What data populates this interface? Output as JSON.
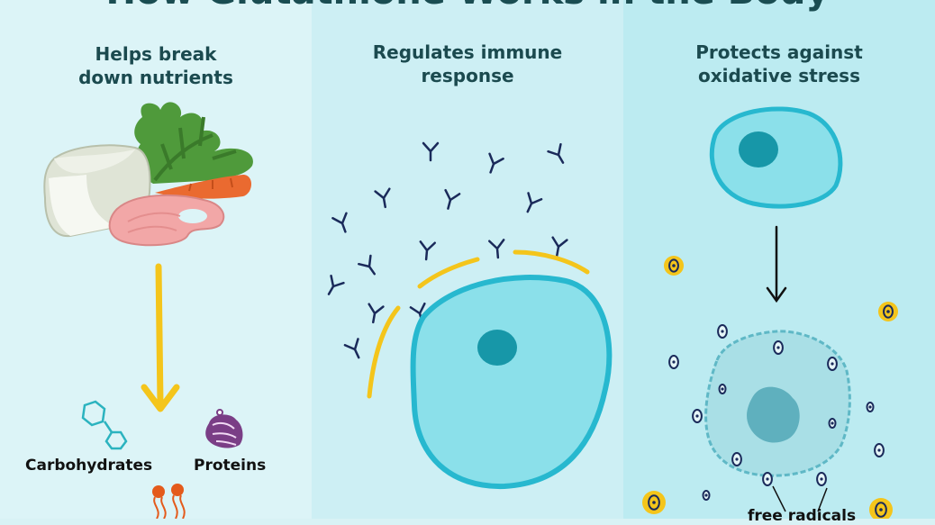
{
  "page": {
    "title": "How Glutathione Works in the Body"
  },
  "panels": [
    {
      "heading_lines": [
        "Helps break",
        "down nutrients"
      ],
      "nutrients": [
        "Carbohydrates",
        "Proteins"
      ]
    },
    {
      "heading_lines": [
        "Regulates immune",
        "response"
      ]
    },
    {
      "heading_lines": [
        "Protects against",
        "oxidative stress"
      ],
      "free_radicals_label": "free radicals"
    }
  ],
  "colors": {
    "panel1": "#dcf4f7",
    "panel2": "#cdeff4",
    "panel3": "#bcebf1",
    "cell_fill": "#8be0ea",
    "cell_outline": "#27b8cf",
    "nucleus": "#1797a8",
    "accent_yellow": "#f4c51b",
    "antibody": "#1a2a5a",
    "title": "#1a4d52"
  }
}
